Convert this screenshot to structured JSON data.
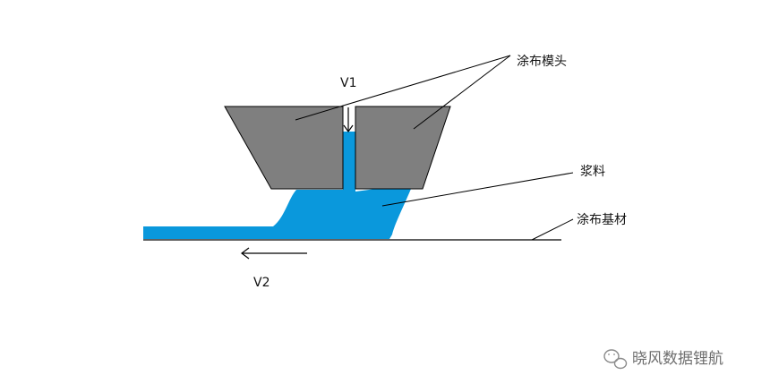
{
  "labels": {
    "coating_die": "涂布模头",
    "slurry": "浆料",
    "substrate": "涂布基材",
    "v1": "V1",
    "v2": "V2"
  },
  "watermark": {
    "text": "晓风数据锂航",
    "icon": "wechat-icon"
  },
  "colors": {
    "die": "#7f7f7f",
    "slurry": "#0a98dc",
    "line": "#000000",
    "background": "#ffffff"
  }
}
